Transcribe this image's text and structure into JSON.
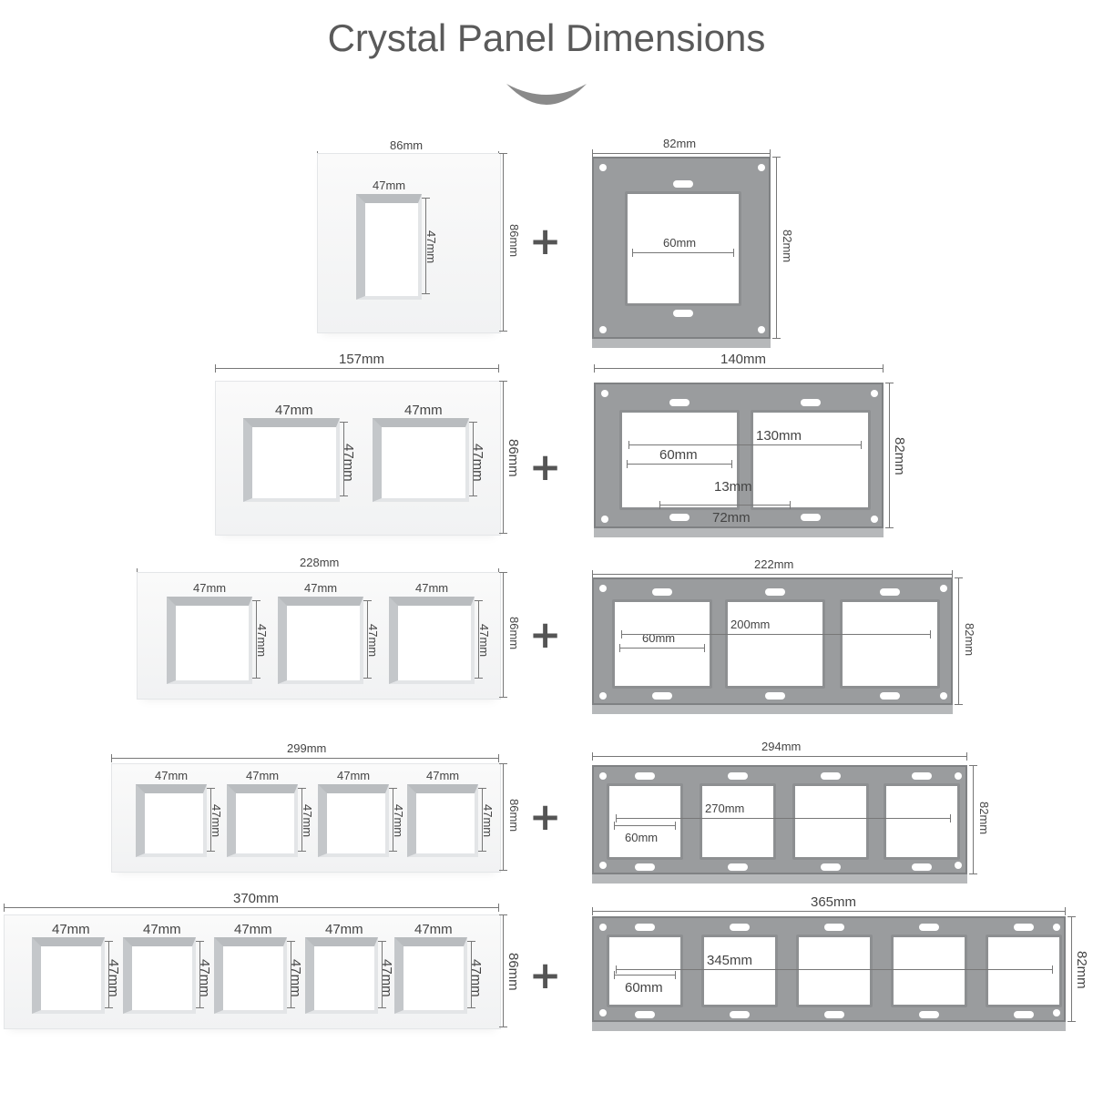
{
  "title": "Crystal Panel Dimensions",
  "plus_sign": "+",
  "rows": [
    {
      "panel": {
        "width": "86mm",
        "height": "86mm",
        "hole_w": "47mm",
        "hole_h": "47mm",
        "gangs": 1
      },
      "frame": {
        "width": "82mm",
        "height": "82mm",
        "inner": "60mm"
      }
    },
    {
      "panel": {
        "width": "157mm",
        "height": "86mm",
        "hole_w": "47mm",
        "hole_h": "47mm",
        "gangs": 2
      },
      "frame": {
        "width": "140mm",
        "height": "82mm",
        "inner": "60mm",
        "span": "130mm",
        "gap": "13mm",
        "pitch": "72mm"
      }
    },
    {
      "panel": {
        "width": "228mm",
        "height": "86mm",
        "hole_w": "47mm",
        "hole_h": "47mm",
        "gangs": 3
      },
      "frame": {
        "width": "222mm",
        "height": "82mm",
        "inner": "60mm",
        "span": "200mm"
      }
    },
    {
      "panel": {
        "width": "299mm",
        "height": "86mm",
        "hole_w": "47mm",
        "hole_h": "47mm",
        "gangs": 4
      },
      "frame": {
        "width": "294mm",
        "height": "82mm",
        "inner": "60mm",
        "span": "270mm"
      }
    },
    {
      "panel": {
        "width": "370mm",
        "height": "86mm",
        "hole_w": "47mm",
        "hole_h": "47mm",
        "gangs": 5
      },
      "frame": {
        "width": "365mm",
        "height": "82mm",
        "inner": "60mm",
        "span": "345mm"
      }
    }
  ]
}
